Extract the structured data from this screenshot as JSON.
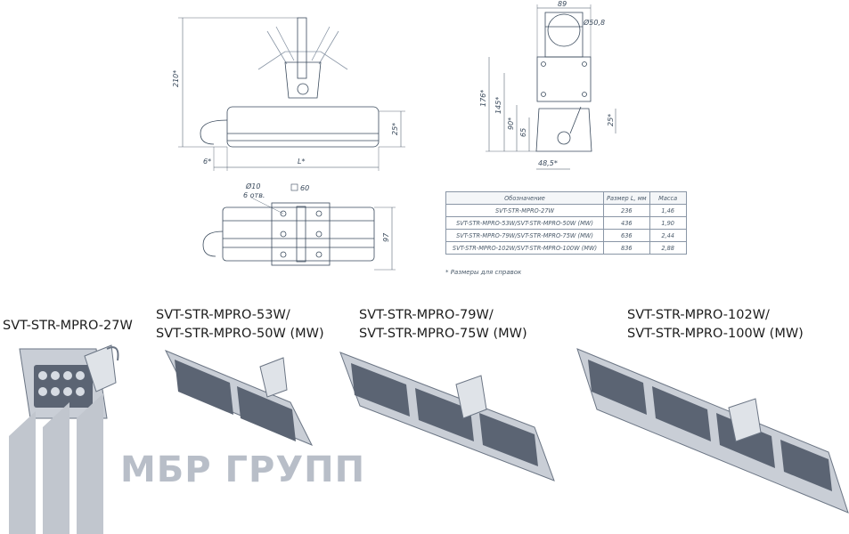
{
  "dimensions": {
    "height_total": "210*",
    "offset_left": "6*",
    "length": "L*",
    "height_body": "25*",
    "side_width": "89",
    "tube_diameter": "Ø50,8",
    "side_h1": "176*",
    "side_h2": "145*",
    "side_h3": "90*",
    "side_h4": "65",
    "side_base": "48,5*",
    "side_body": "25*",
    "hole_diameter": "Ø10",
    "holes_count": "6 отв.",
    "square": "60",
    "top_width": "97"
  },
  "table": {
    "headers": [
      "Обозначение",
      "Размер L, мм",
      "Масса"
    ],
    "rows": [
      [
        "SVT-STR-MPRO-27W",
        "236",
        "1,46"
      ],
      [
        "SVT-STR-MPRO-53W/SVT-STR-MPRO-50W (MW)",
        "436",
        "1,90"
      ],
      [
        "SVT-STR-MPRO-79W/SVT-STR-MPRO-75W (MW)",
        "636",
        "2,44"
      ],
      [
        "SVT-STR-MPRO-102W/SVT-STR-MPRO-100W (MW)",
        "836",
        "2,88"
      ]
    ]
  },
  "footnote": "* Размеры для справок",
  "models": [
    {
      "line1": "SVT-STR-MPRO-27W",
      "line2": ""
    },
    {
      "line1": "SVT-STR-MPRO-53W/",
      "line2": "SVT-STR-MPRO-50W (MW)"
    },
    {
      "line1": "SVT-STR-MPRO-79W/",
      "line2": "SVT-STR-MPRO-75W (MW)"
    },
    {
      "line1": "SVT-STR-MPRO-102W/",
      "line2": "SVT-STR-MPRO-100W (MW)"
    }
  ],
  "brand": {
    "name": "МБР ГРУПП"
  },
  "colors": {
    "line": "#3a4a5c",
    "housing": "#c9ced6",
    "lens": "#5b6473",
    "brand": "#b8bec8"
  }
}
